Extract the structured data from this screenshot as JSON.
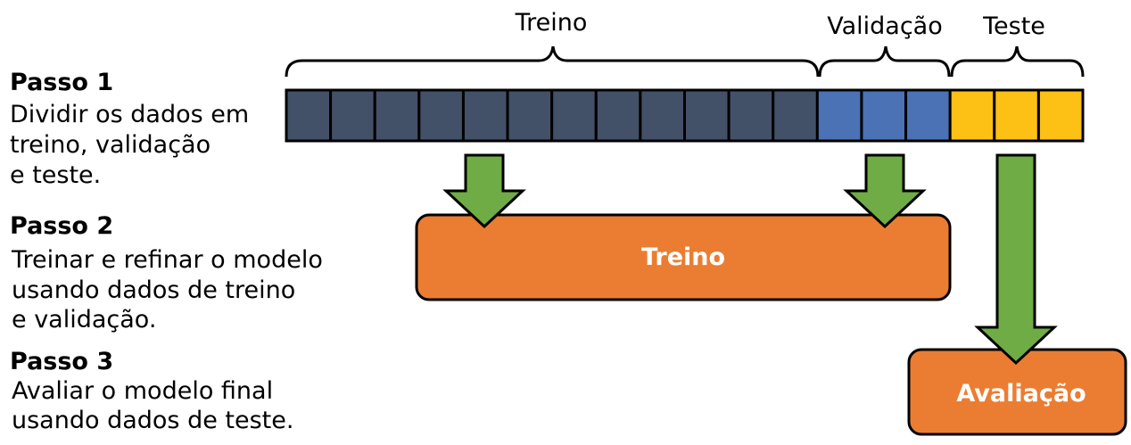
{
  "split": {
    "labels": {
      "train": "Treino",
      "validation": "Validação",
      "test": "Teste"
    },
    "block_counts": {
      "train": 12,
      "validation": 3,
      "test": 3
    }
  },
  "steps": [
    {
      "title": "Passo 1",
      "lines": [
        "Dividir os dados em",
        "treino, validação",
        "e teste."
      ]
    },
    {
      "title": "Passo 2",
      "lines": [
        "Treinar e refinar o modelo",
        "usando dados de treino",
        "e validação."
      ]
    },
    {
      "title": "Passo 3",
      "lines": [
        "Avaliar o modelo final",
        "usando dados de teste."
      ]
    }
  ],
  "boxes": {
    "training": "Treino",
    "evaluation": "Avaliação"
  },
  "colors": {
    "train_block": "#435168",
    "validation_block": "#4a72b5",
    "test_block": "#fdc014",
    "process_box": "#eb7d32",
    "arrow": "#6fac46",
    "outline": "#000000"
  }
}
